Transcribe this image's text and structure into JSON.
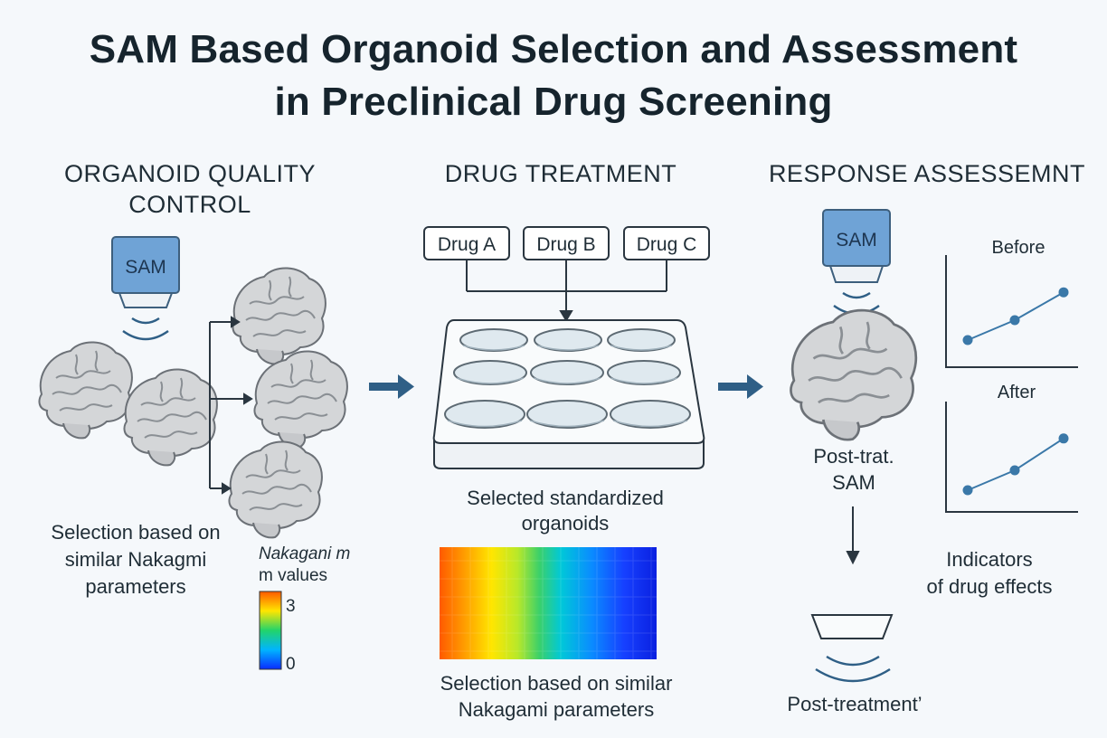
{
  "title": {
    "line1": "SAM Based Organoid Selection and Assessment",
    "line2": "in Preclinical Drug Screening"
  },
  "sections": {
    "quality_control": "ORGANOID QUALITY CONTROL",
    "drug_treatment": "DRUG TREATMENT",
    "response_assessment": "RESPONSE ASSESSEMNT"
  },
  "qc": {
    "sam_label": "SAM",
    "selection_caption": "Selection based on similar Nakagmi parameters",
    "colorbar_title_line1": "Nakagani  m",
    "colorbar_title_line2": "m values",
    "colorbar_max": "3",
    "colorbar_min": "0"
  },
  "treatment": {
    "drugs": [
      "Drug A",
      "Drug B",
      "Drug C"
    ],
    "plate_caption_line1": "Selected standardized",
    "plate_caption_line2": "organoids",
    "heatmap_caption_line1": "Selection based on similar",
    "heatmap_caption_line2": "Nakagami parameters"
  },
  "response": {
    "sam_label": "SAM",
    "post_sam_line1": "Post-trat.",
    "post_sam_line2": "SAM",
    "post_treatment": "Post-treatment’",
    "indicators_line1": "Indicators",
    "indicators_line2": "of drug effects",
    "before_title": "Before",
    "after_title": "After",
    "before_values": [
      1,
      2,
      3.4
    ],
    "after_values": [
      1,
      2,
      3.6
    ]
  },
  "colors": {
    "sam_blue": "#6fa3d6",
    "accent_blue": "#2f5f86",
    "brain_gray": "#d4d6d8",
    "brain_stroke": "#6c7177"
  }
}
